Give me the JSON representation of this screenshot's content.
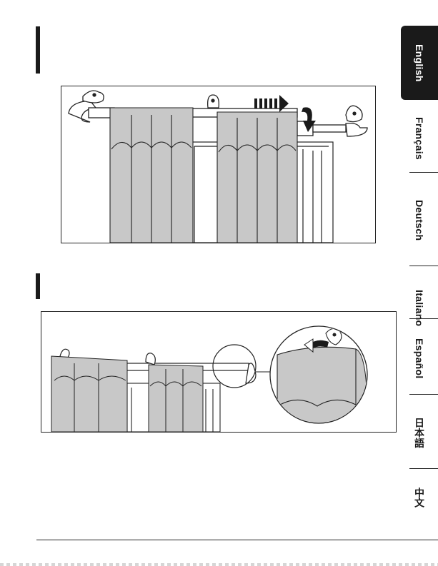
{
  "languages": [
    {
      "label": "English",
      "active": true
    },
    {
      "label": "Français"
    },
    {
      "label": "Deutsch"
    },
    {
      "label": "Italiano"
    },
    {
      "label": "Español"
    },
    {
      "label": "日本語"
    },
    {
      "label": "中文"
    }
  ],
  "icons": {
    "figure1": [
      "curtain-rod-icon",
      "curtain-panel-icon",
      "wall-bracket-icon",
      "push-arrow-icon",
      "rotate-arrow-icon",
      "window-frame-icon"
    ],
    "figure2": [
      "curtain-rod-icon",
      "curtain-panel-icon",
      "wall-bracket-icon",
      "magnifier-callout-icon",
      "return-curtain-icon"
    ]
  },
  "colors": {
    "ink": "#1a1a1a",
    "curtain": "#c8c8c8"
  }
}
